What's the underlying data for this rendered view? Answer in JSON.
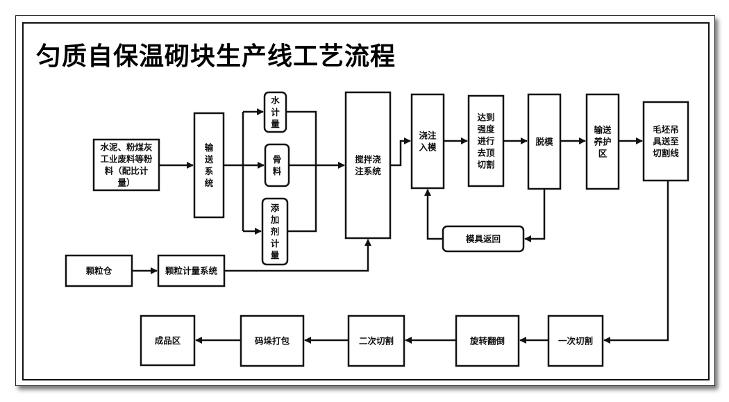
{
  "title": "匀质自保温砌块生产线工艺流程",
  "nodes": {
    "raw": [
      "水泥、粉煤灰",
      "工业废料等粉",
      "料（配比计",
      "量）"
    ],
    "convey": [
      "输",
      "送",
      "系",
      "统"
    ],
    "water": [
      "水",
      "计",
      "量"
    ],
    "aggregate": [
      "骨",
      "料"
    ],
    "additive": [
      "添",
      "加",
      "剂",
      "计",
      "量"
    ],
    "mix": [
      "搅拌浇",
      "注系统"
    ],
    "pour": [
      "浇注",
      "入模"
    ],
    "cut_top": [
      "达到",
      "强度",
      "进行",
      "去顶",
      "切割"
    ],
    "demold": [
      "脱模"
    ],
    "cure": [
      "输送",
      "养护",
      "区"
    ],
    "lift": [
      "毛坯吊",
      "具送至",
      "切割线"
    ],
    "mold_return": [
      "模具返回"
    ],
    "granule_bin": [
      "颗粒仓"
    ],
    "granule_meter": [
      "颗粒计量系统"
    ],
    "cut1": [
      "一次切割"
    ],
    "flip": [
      "旋转翻倒"
    ],
    "cut2": [
      "二次切割"
    ],
    "pack": [
      "码垛打包"
    ],
    "product": [
      "成品区"
    ]
  }
}
